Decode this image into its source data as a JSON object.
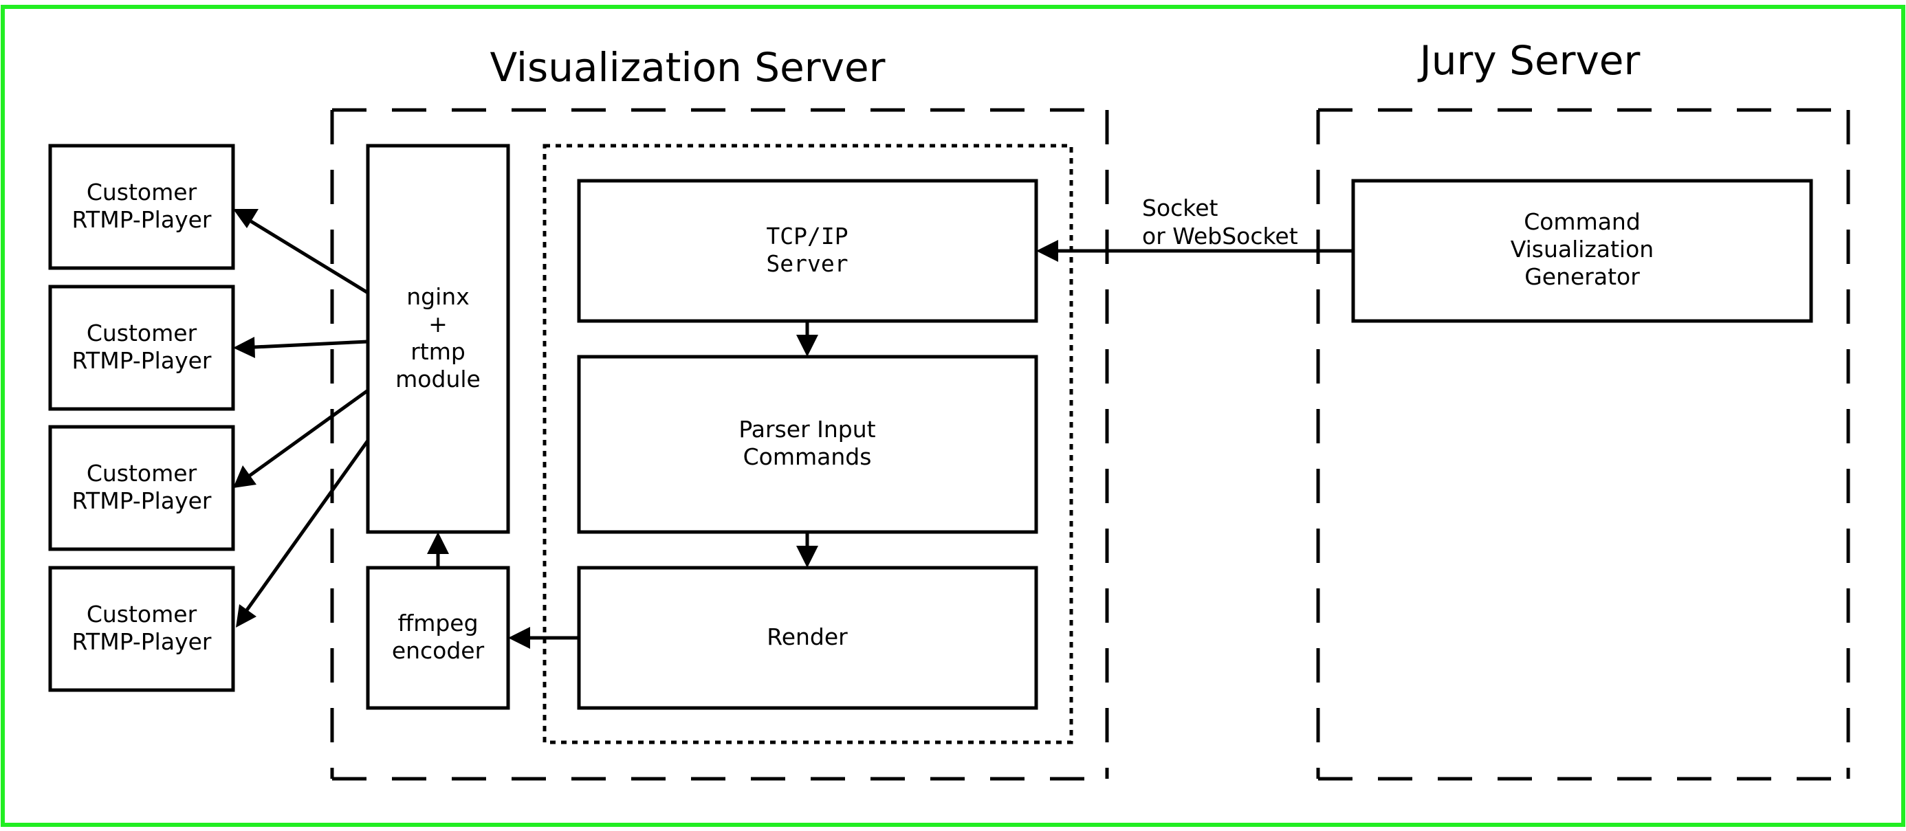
{
  "colors": {
    "frame": "#22ee22",
    "ink": "#000000",
    "background": "#ffffff"
  },
  "groups": {
    "visualization_server": "Visualization Server",
    "jury_server": "Jury Server"
  },
  "customers": [
    {
      "line1": "Customer",
      "line2": "RTMP-Player"
    },
    {
      "line1": "Customer",
      "line2": "RTMP-Player"
    },
    {
      "line1": "Customer",
      "line2": "RTMP-Player"
    },
    {
      "line1": "Customer",
      "line2": "RTMP-Player"
    }
  ],
  "nginx": {
    "line1": "nginx",
    "line2": "+",
    "line3": "rtmp",
    "line4": "module"
  },
  "ffmpeg": {
    "line1": "ffmpeg",
    "line2": "encoder"
  },
  "tcp": {
    "line1": "TCP/IP",
    "line2": "Server"
  },
  "parser": {
    "line1": "Parser Input",
    "line2": "Commands"
  },
  "render": {
    "label": "Render"
  },
  "generator": {
    "line1": "Command",
    "line2": "Visualization",
    "line3": "Generator"
  },
  "connection": {
    "line1": "Socket",
    "line2": "or WebSocket"
  }
}
